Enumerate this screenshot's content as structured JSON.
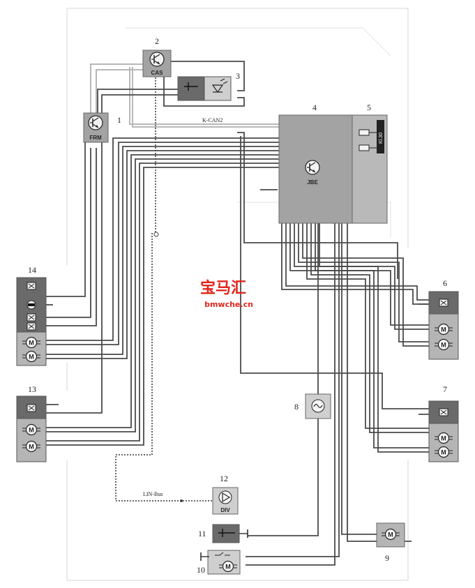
{
  "components": {
    "c1": {
      "number": "1",
      "label": "FRM"
    },
    "c2": {
      "number": "2",
      "label": "CAS"
    },
    "c3": {
      "number": "3"
    },
    "c4": {
      "number": "4",
      "label": "JBE"
    },
    "c5": {
      "number": "5",
      "terminal": "Kl.30"
    },
    "c6": {
      "number": "6"
    },
    "c7": {
      "number": "7"
    },
    "c8": {
      "number": "8"
    },
    "c9": {
      "number": "9"
    },
    "c10": {
      "number": "10"
    },
    "c11": {
      "number": "11"
    },
    "c12": {
      "number": "12",
      "label": "DIV"
    },
    "c13": {
      "number": "13"
    },
    "c14": {
      "number": "14"
    }
  },
  "buses": {
    "kcan": "K-CAN2",
    "lin": "LIN-Bus"
  },
  "watermark": {
    "line1": "宝马汇",
    "line2": "bmwche.cn"
  },
  "colors": {
    "module": "#a3a3a3",
    "fuse_panel": "#b9b9b9",
    "dark_block": "#6a6a6a",
    "light_block": "#cfcfcf",
    "wire": "#4a4a4a",
    "watermark": "#e1251b"
  },
  "icons": {
    "ecu": "transistor-icon",
    "motor": "motor-icon",
    "lamp": "lamp-icon",
    "switch": "switch-icon",
    "fan": "pump-icon",
    "sensor": "sine-icon"
  }
}
